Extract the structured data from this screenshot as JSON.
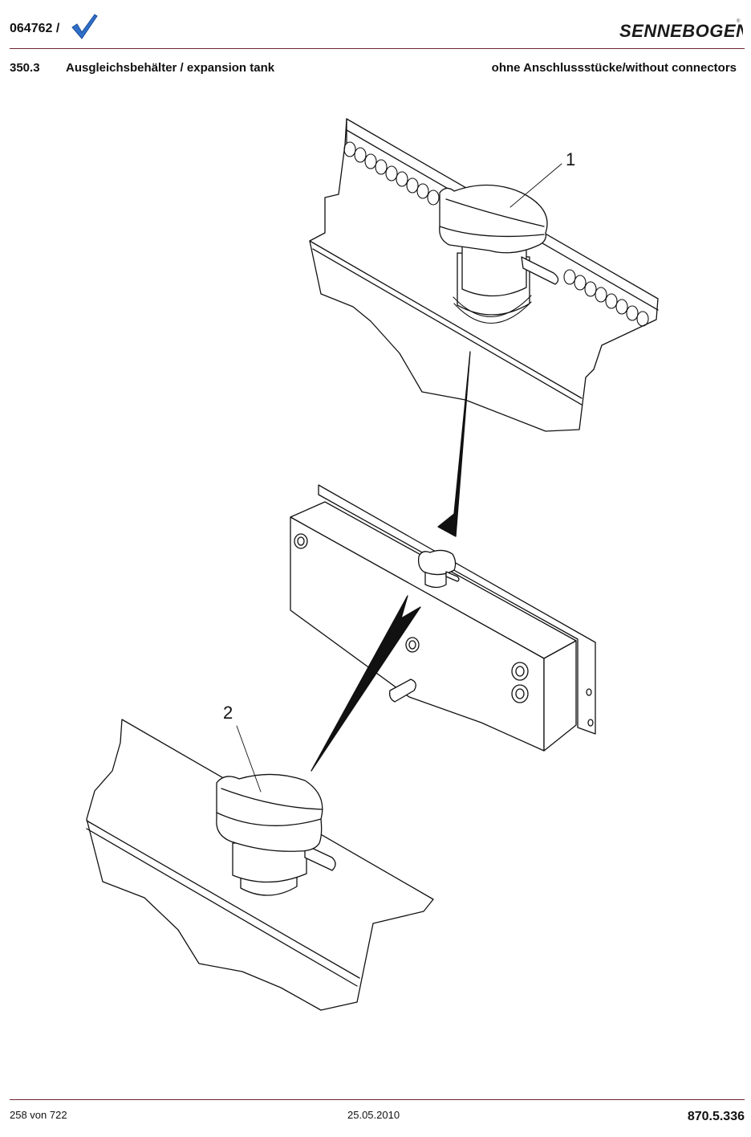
{
  "header": {
    "doc_number": "064762 /",
    "brand": "SENNEBOGEN"
  },
  "section": {
    "number": "350.3",
    "title": "Ausgleichsbehälter / expansion tank",
    "note": "ohne Anschlussstücke/without connectors"
  },
  "drawing": {
    "callouts": [
      "1",
      "2"
    ]
  },
  "footer": {
    "page": "258 von 722",
    "date": "25.05.2010",
    "code": "870.5.336"
  },
  "colors": {
    "rule": "#6e2433",
    "check": "#2f6fc9"
  }
}
